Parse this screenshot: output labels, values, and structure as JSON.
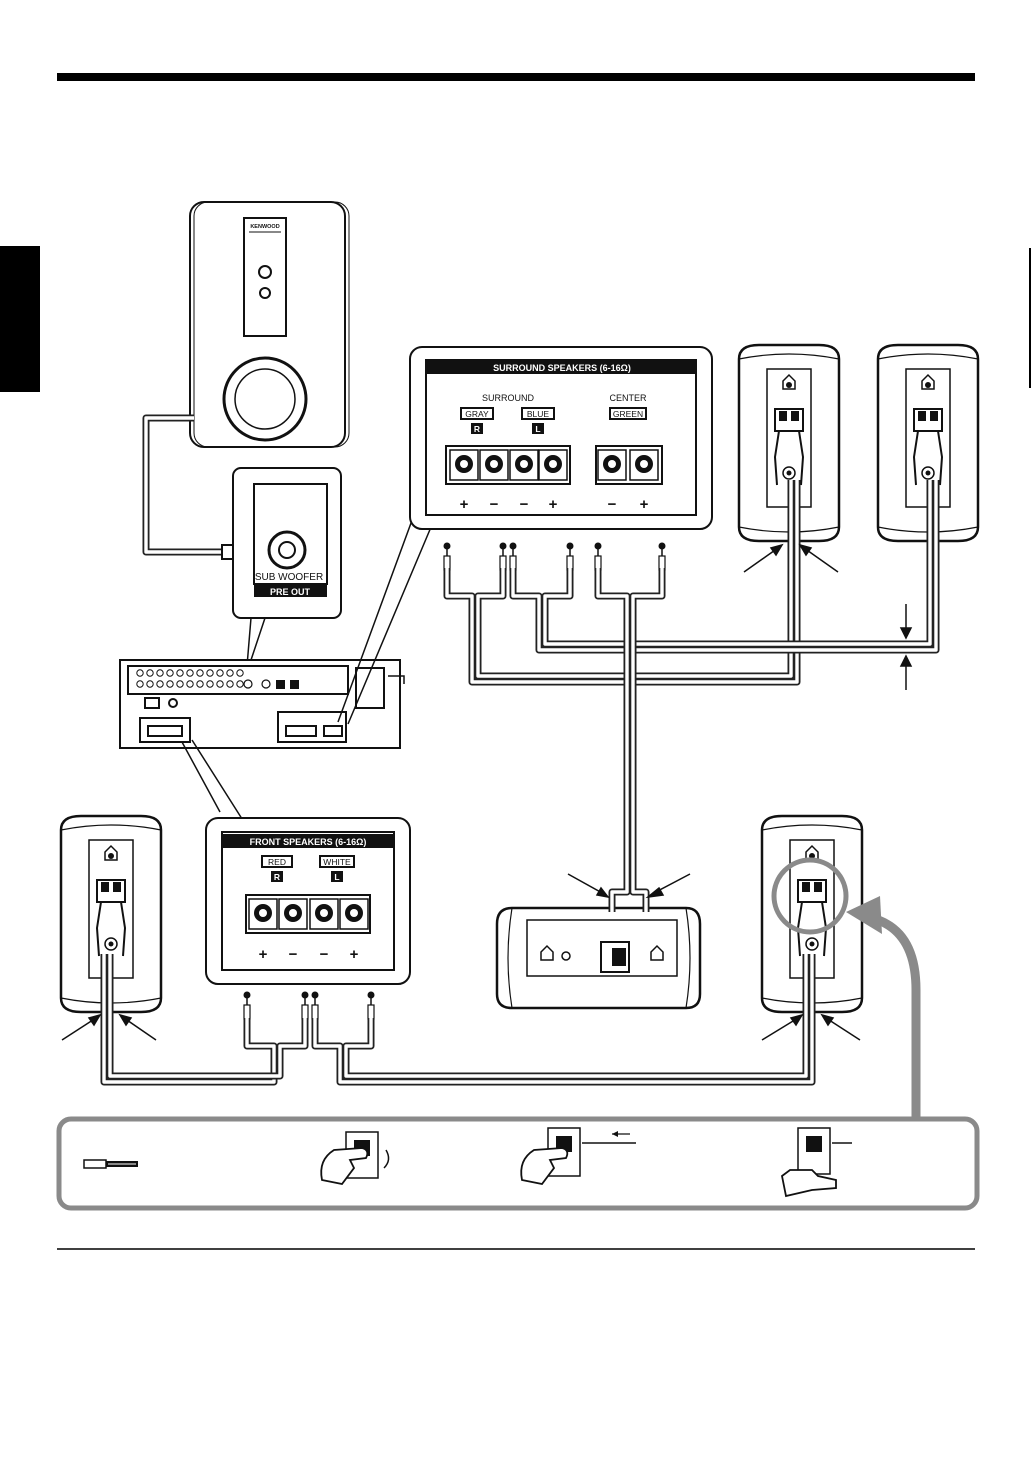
{
  "brand": "KENWOOD",
  "pre_out_panel": {
    "jack_label": "SUB WOOFER",
    "footer": "PRE OUT"
  },
  "surround_panel": {
    "header": "SURROUND SPEAKERS (6-16Ω)",
    "group_surround": "SURROUND",
    "group_center": "CENTER",
    "color_gray": "GRAY",
    "color_blue": "BLUE",
    "color_green": "GREEN",
    "ch_right": "R",
    "ch_left": "L",
    "signs": [
      "+",
      "−",
      "−",
      "+",
      "−",
      "+"
    ]
  },
  "front_panel": {
    "header": "FRONT SPEAKERS (6-16Ω)",
    "color_red": "RED",
    "color_white": "WHITE",
    "ch_right": "R",
    "ch_left": "L",
    "signs": [
      "+",
      "−",
      "−",
      "+"
    ]
  },
  "colors": {
    "ink": "#111111",
    "callout_gray": "#8a8a8a",
    "panel_header_bg": "#111111",
    "side_tab": "#000000"
  },
  "icons": [
    "subwoofer",
    "receiver-back-panel",
    "speaker-front-left",
    "speaker-front-right",
    "speaker-surround-right",
    "speaker-surround-left",
    "center-speaker",
    "hand-press-icon",
    "hand-insert-icon",
    "hand-release-icon",
    "wire-end-icon"
  ]
}
